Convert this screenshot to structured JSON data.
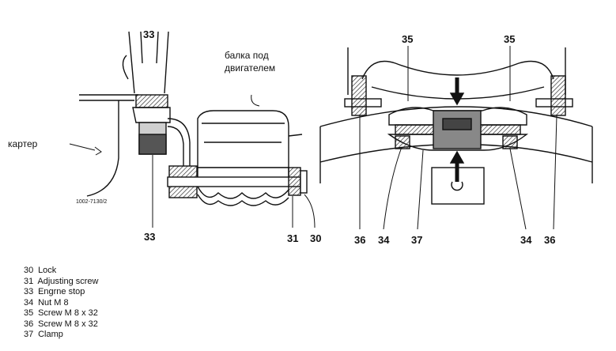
{
  "labels": {
    "l33_top": "33",
    "l33_bottom": "33",
    "l31": "31",
    "l30": "30",
    "l35_left": "35",
    "l35_right": "35",
    "l36_left": "36",
    "l34_left": "34",
    "l37": "37",
    "l34_right": "34",
    "l36_right": "36"
  },
  "annotations": {
    "beam_line1": "балка под",
    "beam_line2": "двигателем",
    "crankcase": "картер"
  },
  "figure_ref": "1002-7130/2",
  "legend": [
    {
      "num": "30",
      "text": "Lock"
    },
    {
      "num": "31",
      "text": "Adjusting screw"
    },
    {
      "num": "33",
      "text": "Engrne stop"
    },
    {
      "num": "34",
      "text": "Nut M 8"
    },
    {
      "num": "35",
      "text": "Screw M 8 x 32"
    },
    {
      "num": "36",
      "text": "Screw M 8 x 32"
    },
    {
      "num": "37",
      "text": "Clamp"
    }
  ]
}
